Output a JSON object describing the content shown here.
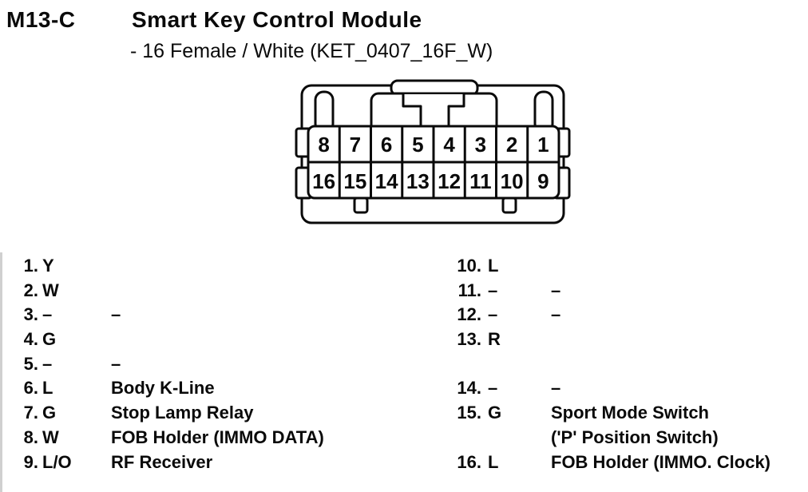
{
  "header": {
    "connector_id": "M13-C",
    "title": "Smart Key Control Module",
    "subtitle": "- 16 Female / White (KET_0407_16F_W)"
  },
  "connector": {
    "top_row_pins": [
      "8",
      "7",
      "6",
      "5",
      "4",
      "3",
      "2",
      "1"
    ],
    "bottom_row_pins": [
      "16",
      "15",
      "14",
      "13",
      "12",
      "11",
      "10",
      "9"
    ]
  },
  "pin_table": {
    "left_rows": [
      {
        "num": "1.",
        "color": "Y",
        "desc": ""
      },
      {
        "num": "2.",
        "color": "W",
        "desc": ""
      },
      {
        "num": "3.",
        "color": "–",
        "desc": "–"
      },
      {
        "num": "4.",
        "color": "G",
        "desc": ""
      },
      {
        "num": "5.",
        "color": "–",
        "desc": "–"
      },
      {
        "num": "6.",
        "color": "L",
        "desc": "Body K-Line"
      },
      {
        "num": "7.",
        "color": "G",
        "desc": "Stop Lamp Relay"
      },
      {
        "num": "8.",
        "color": "W",
        "desc": "FOB Holder (IMMO DATA)"
      },
      {
        "num": "9.",
        "color": "L/O",
        "desc": "RF Receiver"
      }
    ],
    "right_rows": [
      {
        "num": "10.",
        "color": "L",
        "desc": ""
      },
      {
        "num": "11.",
        "color": "–",
        "desc": "–"
      },
      {
        "num": "12.",
        "color": "–",
        "desc": "–"
      },
      {
        "num": "13.",
        "color": "R",
        "desc": ""
      },
      {
        "num": "",
        "color": "",
        "desc": ""
      },
      {
        "num": "14.",
        "color": "–",
        "desc": "–"
      },
      {
        "num": "15.",
        "color": "G",
        "desc": "Sport Mode Switch"
      },
      {
        "num": "",
        "color": "",
        "desc": "('P' Position Switch)"
      },
      {
        "num": "16.",
        "color": "L",
        "desc": "FOB Holder (IMMO. Clock)"
      }
    ]
  },
  "colors": {
    "ink": "#0a0a0a",
    "paper": "#ffffff"
  }
}
